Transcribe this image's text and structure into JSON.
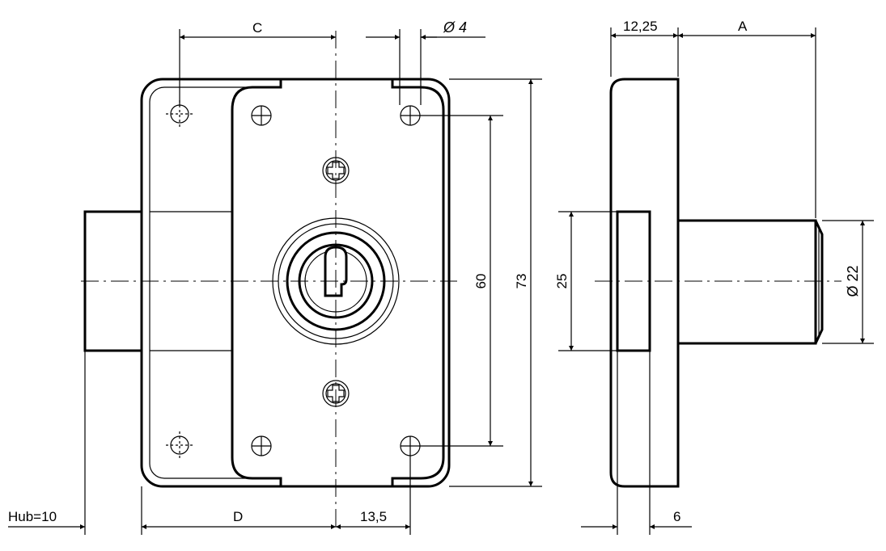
{
  "dimensions": {
    "c": "C",
    "phi4": "Ø 4",
    "d1225": "12,25",
    "a": "A",
    "d60": "60",
    "d73": "73",
    "d25": "25",
    "phi22": "Ø 22",
    "hub": "Hub=10",
    "d": "D",
    "d135": "13,5",
    "d6": "6"
  }
}
